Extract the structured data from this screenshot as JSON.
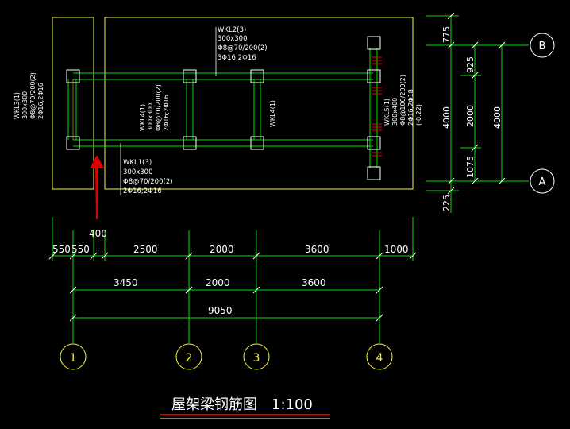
{
  "colors": {
    "background": "#000000",
    "outline": "#f5f540",
    "beam": "#00e000",
    "dim_line": "#00e000",
    "text": "#ffffff",
    "label": "#f5f540",
    "arrow": "#e00000",
    "rebar": "#e00000"
  },
  "beams": {
    "wkl2": {
      "name": "WKL2(3)",
      "section": "300x300",
      "stirrup": "Φ8@70/200(2)",
      "bars": "3Φ16;2Φ16"
    },
    "wkl1": {
      "name": "WKL1(3)",
      "section": "300x300",
      "stirrup": "Φ8@70/200(2)",
      "bars": "2Φ16;2Φ16"
    },
    "wkl3": {
      "name": "WKL3(1)",
      "section": "300x300",
      "stirrup": "Φ8@70/200(2)",
      "bars": "2Φ16;2Φ16"
    },
    "wkl4_labeled": {
      "name": "WKL4(1)",
      "section": "300x300",
      "stirrup": "Φ8@70/200(2)",
      "bars": "2Φ16;2Φ16"
    },
    "wkl4_plain": {
      "name": "WKL4(1)"
    },
    "wkl5": {
      "name": "WKL5(1)",
      "section": "300x400",
      "stirrup": "Φ8@100/200(2)",
      "bars": "2Φ16;2Φ18",
      "elev": "(-0.22)"
    }
  },
  "dims": {
    "horizontal_top": [
      "550",
      "550",
      "2500",
      "2000",
      "3600",
      "1000"
    ],
    "horizontal_mid": [
      "3450",
      "2000",
      "3600"
    ],
    "total": "9050",
    "col_width": "400",
    "right_outer": [
      "775",
      "4000",
      "225"
    ],
    "right_inner": [
      "925",
      "2000",
      "1075"
    ],
    "right_axis": "4000"
  },
  "axes": {
    "grid_x": [
      "1",
      "2",
      "3",
      "4"
    ],
    "grid_y": [
      "B",
      "A"
    ]
  },
  "title": {
    "text": "屋架梁钢筋图",
    "scale": "1:100"
  }
}
